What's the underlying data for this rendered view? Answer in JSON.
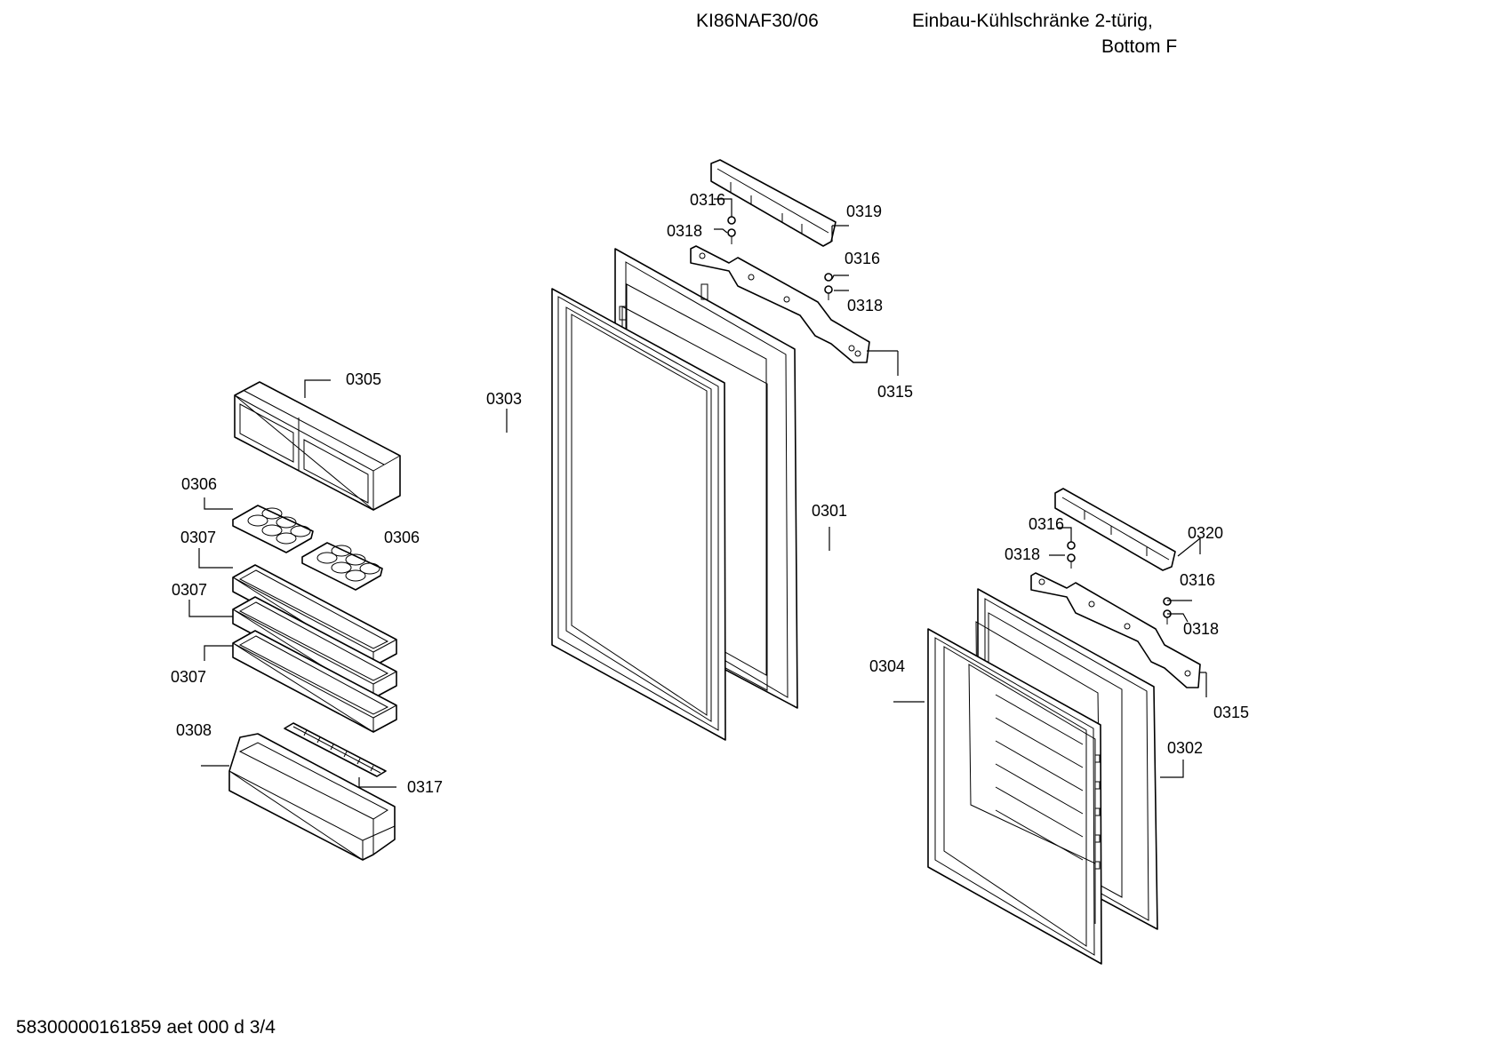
{
  "header": {
    "model": "KI86NAF30/06",
    "description_line1": "Einbau-Kühlschränke 2-türig,",
    "description_line2": "Bottom F"
  },
  "footer": {
    "document_id": "58300000161859 aet 000 d 3/4"
  },
  "parts": {
    "p0301": "0301",
    "p0302": "0302",
    "p0303": "0303",
    "p0304": "0304",
    "p0305": "0305",
    "p0306": "0306",
    "p0307": "0307",
    "p0308": "0308",
    "p0315": "0315",
    "p0316": "0316",
    "p0317": "0317",
    "p0318": "0318",
    "p0319": "0319",
    "p0320": "0320"
  }
}
